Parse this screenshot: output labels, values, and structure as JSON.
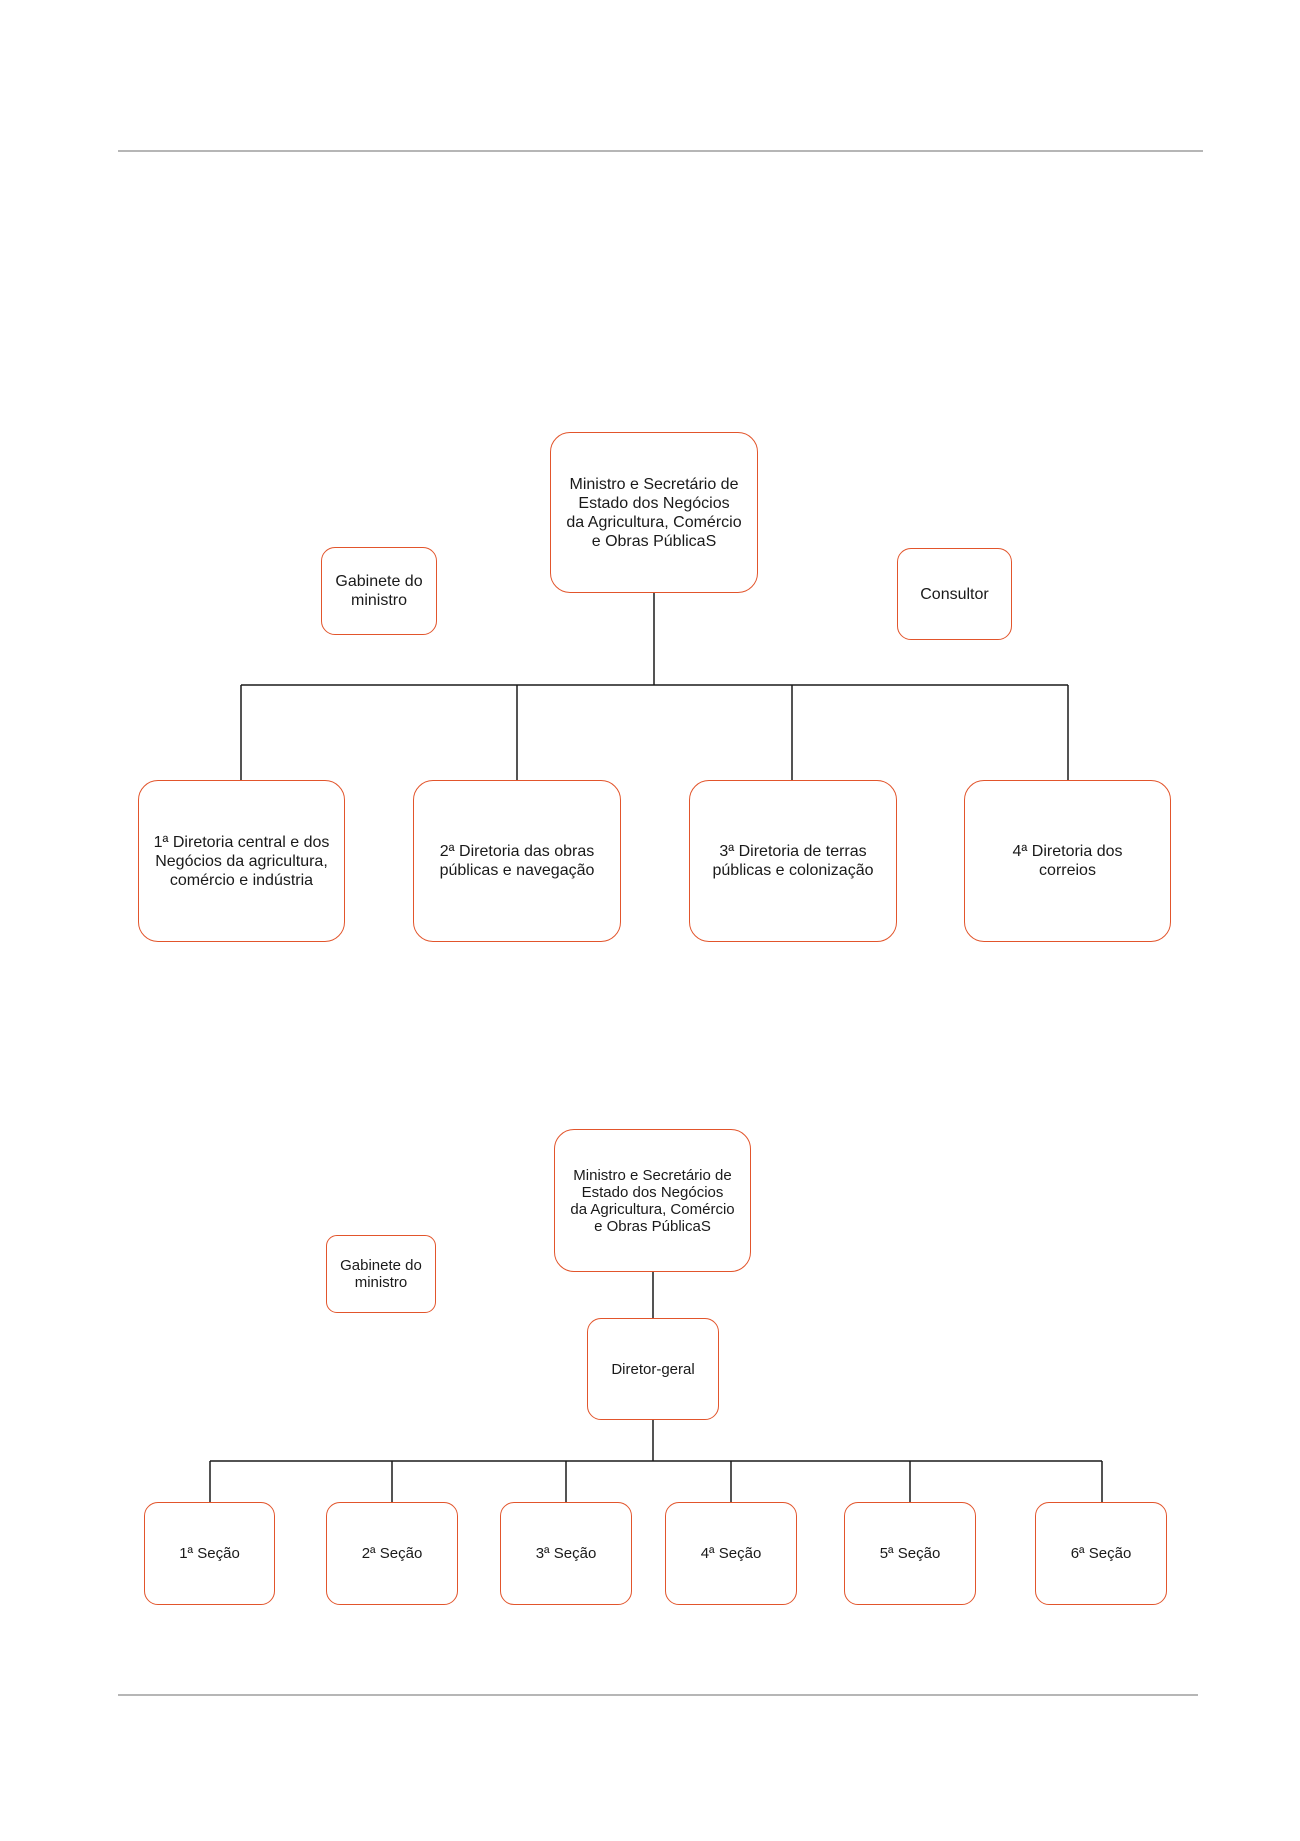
{
  "colors": {
    "box_border": "#e2552c",
    "connector": "#1a1a1a",
    "rule": "#8a8a8a"
  },
  "diagram1": {
    "minister": "Ministro e Secretário de\nEstado dos Negócios\nda Agricultura, Comércio\ne Obras PúblicaS",
    "cabinet": "Gabinete do\nministro",
    "consultant": "Consultor",
    "directorates": [
      "1ª Diretoria central e dos\nNegócios da agricultura,\ncomércio e indústria",
      "2ª Diretoria das obras\npúblicas e navegação",
      "3ª Diretoria de terras\npúblicas e colonização",
      "4ª Diretoria dos\ncorreios"
    ]
  },
  "diagram2": {
    "minister": "Ministro e Secretário de\nEstado dos Negócios\nda Agricultura, Comércio\ne Obras PúblicaS",
    "cabinet": "Gabinete do\nministro",
    "director_general": "Diretor-geral",
    "sections": [
      "1ª Seção",
      "2ª Seção",
      "3ª Seção",
      "4ª Seção",
      "5ª Seção",
      "6ª Seção"
    ]
  }
}
